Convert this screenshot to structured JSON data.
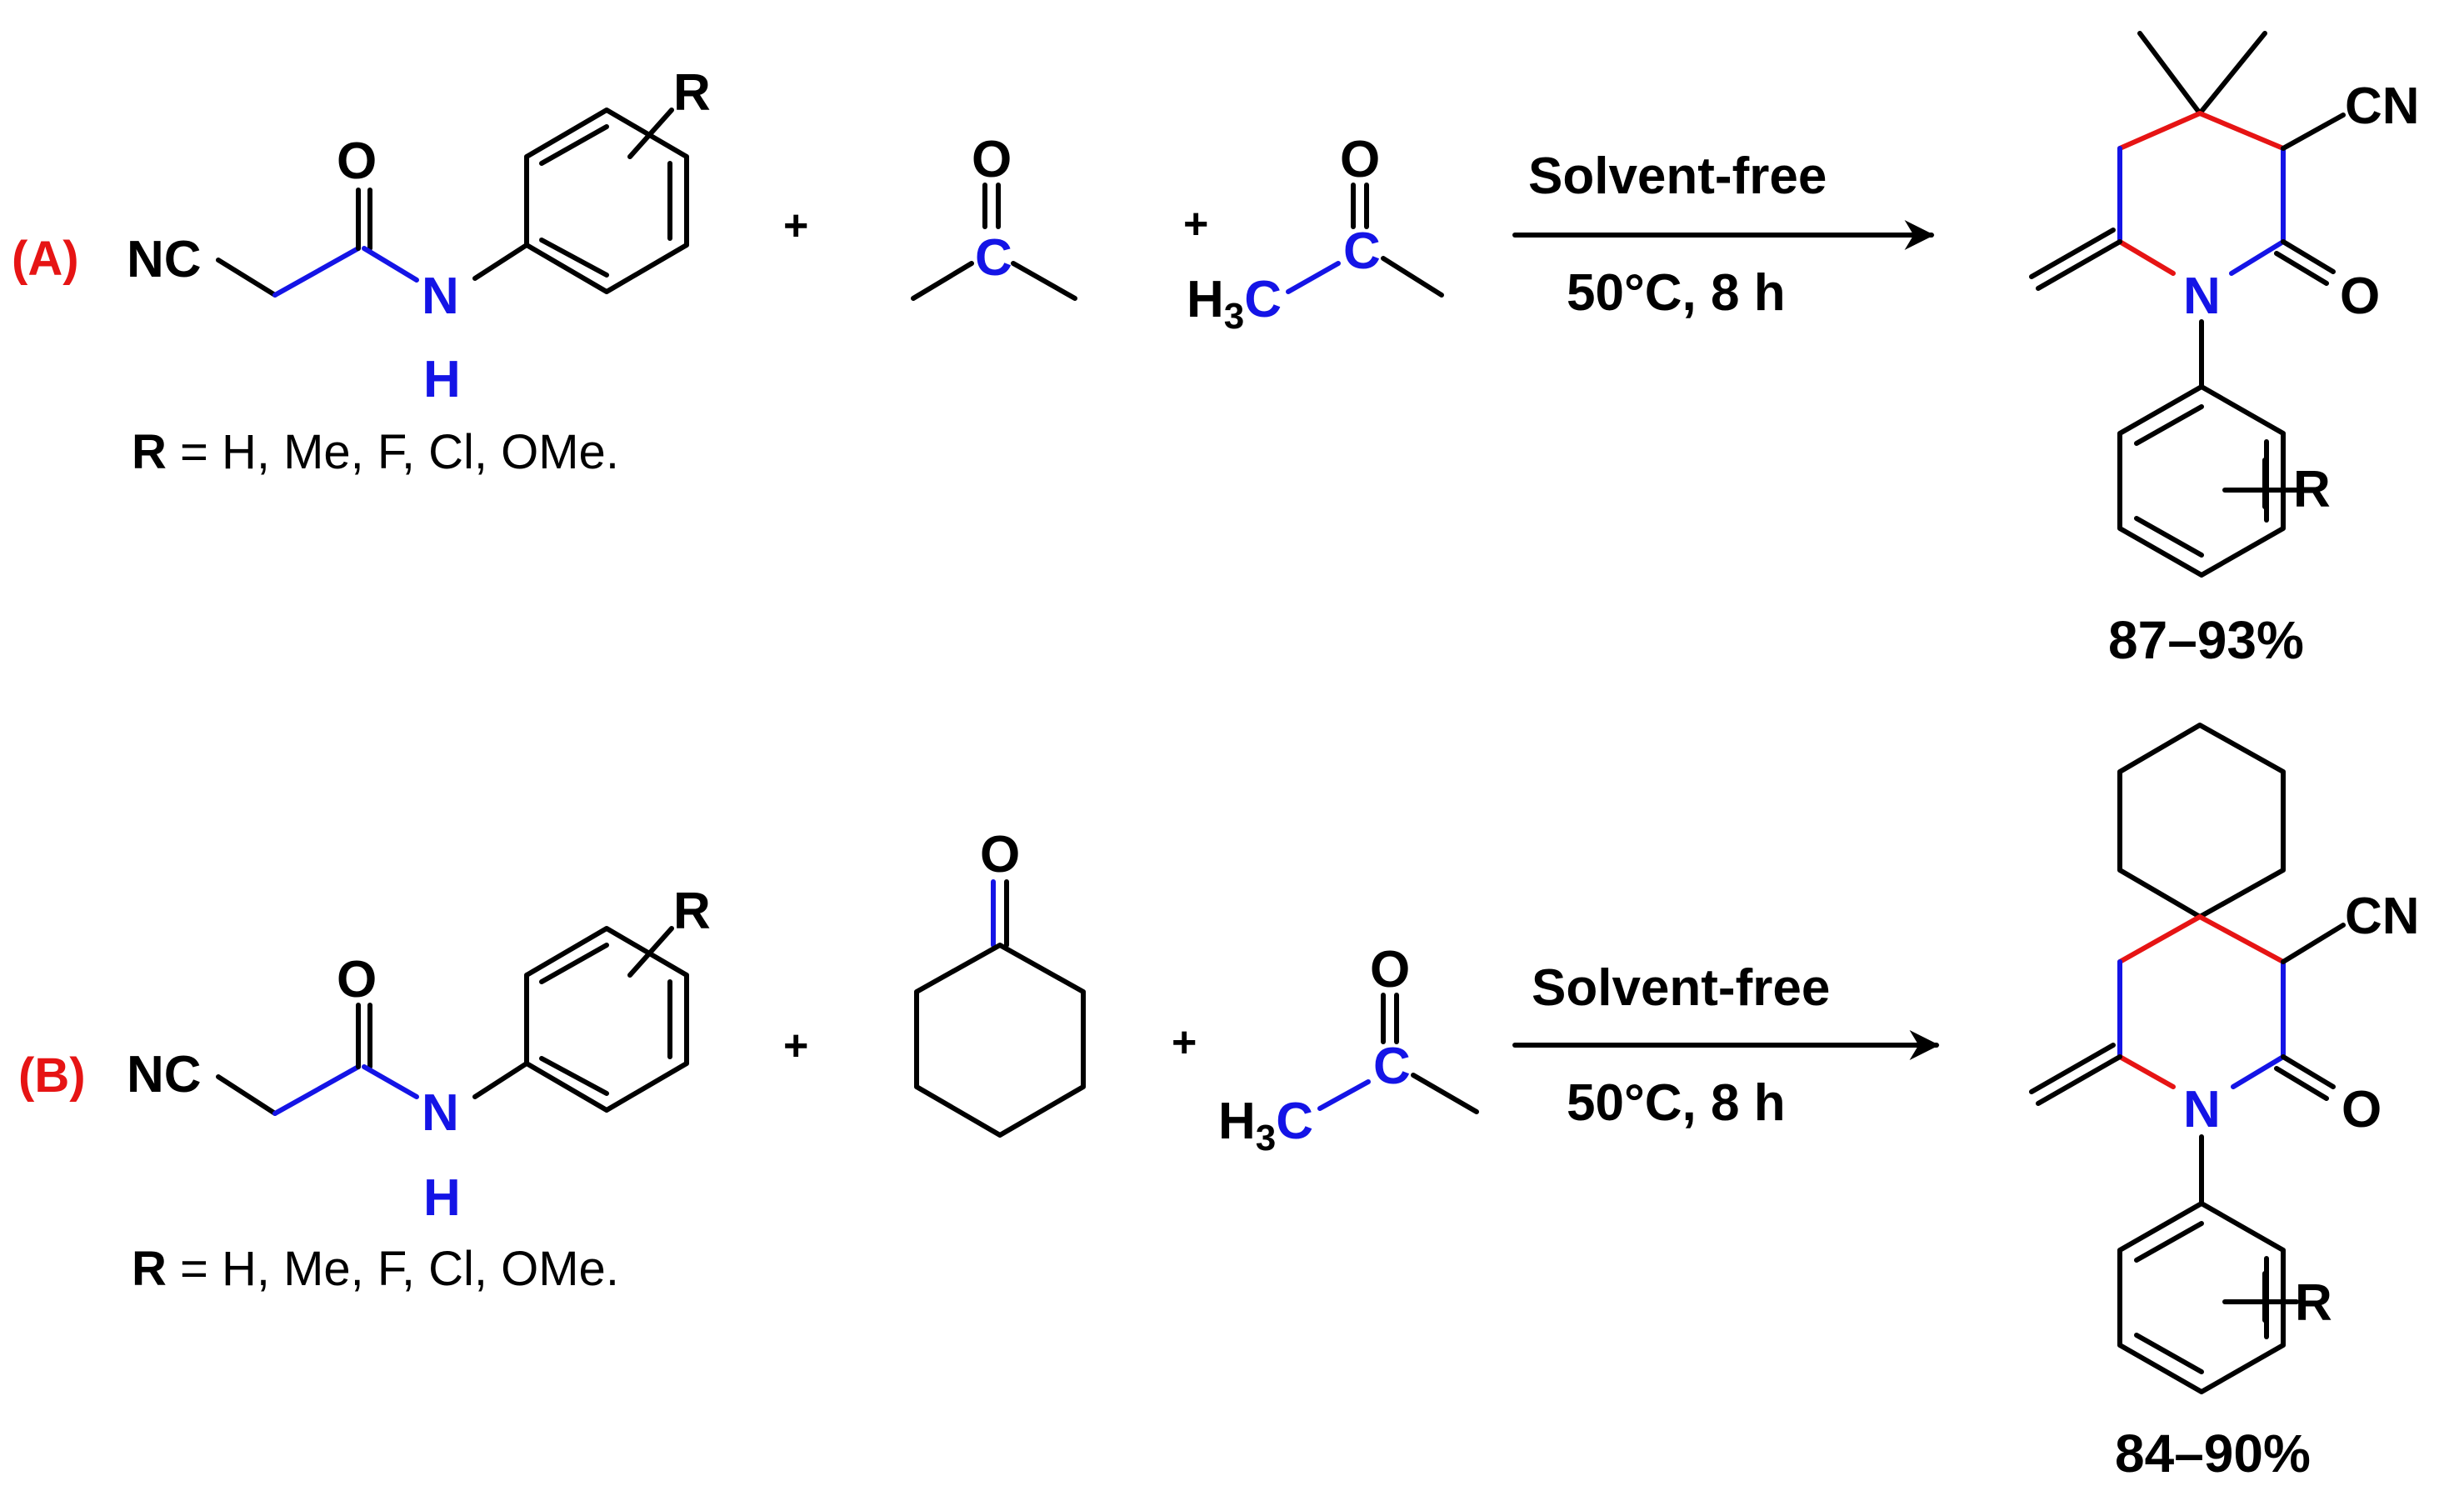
{
  "reactions": [
    {
      "label": "(A)",
      "reactant1": {
        "nitrile": "NC",
        "carbonyl_o": "O",
        "amide_n": "N",
        "amide_h": "H",
        "ring_sub": "R"
      },
      "r_definition_bold": "R",
      "r_definition_rest": " = H, Me, F,  Cl, OMe.",
      "plus1": "+",
      "reactant2": {
        "o": "O",
        "c": "C"
      },
      "plus2": "+",
      "reactant3": {
        "o": "O",
        "c": "C",
        "h3": "H",
        "h3_sub": "3",
        "h3_c": "C"
      },
      "conditions_top": "Solvent-free",
      "conditions_bottom": "50°C, 8 h",
      "product": {
        "cn": "CN",
        "o": "O",
        "n": "N",
        "r": "R"
      },
      "yield": "87–93%"
    },
    {
      "label": "(B)",
      "reactant1": {
        "nitrile": "NC",
        "carbonyl_o": "O",
        "amide_n": "N",
        "amide_h": "H",
        "ring_sub": "R"
      },
      "r_definition_bold": "R",
      "r_definition_rest": " = H, Me, F,  Cl, OMe.",
      "plus1": "+",
      "reactant2": {
        "o": "O"
      },
      "plus2": "+",
      "reactant3": {
        "o": "O",
        "c": "C",
        "h3": "H",
        "h3_sub": "3",
        "h3_c": "C"
      },
      "conditions_top": "Solvent-free",
      "conditions_bottom": "50°C, 8 h",
      "product": {
        "cn": "CN",
        "o": "O",
        "n": "N",
        "r": "R"
      },
      "yield": "84–90%"
    }
  ],
  "colors": {
    "new_bond_red": "#e61414",
    "new_bond_blue": "#1414e6",
    "label": "#e61414"
  }
}
